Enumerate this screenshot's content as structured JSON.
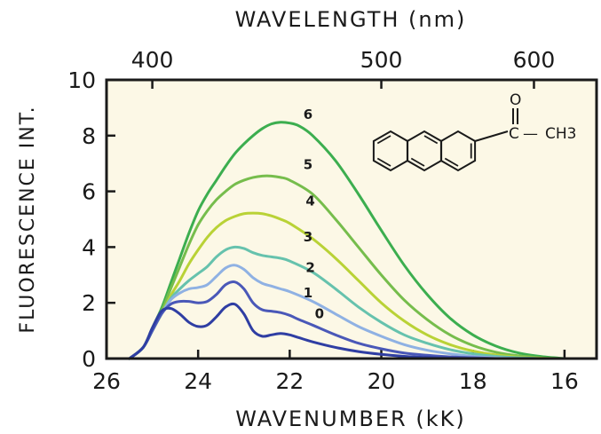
{
  "chart_data": {
    "type": "line",
    "title": "",
    "xlabel": "WAVENUMBER (kK)",
    "ylabel": "FLUORESCENCE INT.",
    "x2label": "WAVELENGTH (nm)",
    "xlim": [
      26,
      15.3
    ],
    "ylim": [
      0,
      10
    ],
    "xticks": [
      26,
      24,
      22,
      20,
      18,
      16
    ],
    "yticks": [
      0,
      2,
      4,
      6,
      8,
      10
    ],
    "x2ticks": [
      {
        "label": "400",
        "wavenumber": 25
      },
      {
        "label": "500",
        "wavenumber": 20
      },
      {
        "label": "600",
        "wavenumber": 16.667
      }
    ],
    "grid": false,
    "legend": "none",
    "background_color": "#fcf8e6",
    "series": [
      {
        "name": "0",
        "color": "#2f3ea3",
        "x": [
          25.5,
          25.2,
          25.0,
          24.8,
          24.6,
          24.4,
          24.2,
          24.0,
          23.8,
          23.6,
          23.4,
          23.2,
          23.0,
          22.8,
          22.6,
          22.4,
          22.2,
          22.0,
          21.8,
          21.5,
          21.0,
          20.5,
          20.0,
          19.5,
          19.0,
          18.5,
          18.0
        ],
        "y": [
          0.0,
          0.4,
          1.1,
          1.7,
          1.8,
          1.6,
          1.3,
          1.15,
          1.2,
          1.5,
          1.85,
          1.95,
          1.6,
          1.0,
          0.8,
          0.85,
          0.9,
          0.85,
          0.75,
          0.6,
          0.4,
          0.25,
          0.15,
          0.08,
          0.04,
          0.02,
          0.0
        ]
      },
      {
        "name": "1",
        "color": "#4a58b8",
        "x": [
          25.5,
          25.2,
          25.0,
          24.8,
          24.6,
          24.4,
          24.2,
          24.0,
          23.8,
          23.6,
          23.4,
          23.2,
          23.0,
          22.8,
          22.6,
          22.4,
          22.2,
          22.0,
          21.8,
          21.5,
          21.0,
          20.5,
          20.0,
          19.5,
          19.0,
          18.5,
          18.0,
          17.5
        ],
        "y": [
          0.0,
          0.4,
          1.0,
          1.6,
          1.95,
          2.05,
          2.05,
          2.0,
          2.05,
          2.3,
          2.65,
          2.75,
          2.5,
          2.0,
          1.75,
          1.7,
          1.65,
          1.55,
          1.4,
          1.2,
          0.85,
          0.55,
          0.35,
          0.2,
          0.12,
          0.06,
          0.03,
          0.0
        ]
      },
      {
        "name": "2",
        "color": "#8fb1e3",
        "x": [
          25.5,
          25.2,
          25.0,
          24.8,
          24.6,
          24.4,
          24.2,
          24.0,
          23.8,
          23.6,
          23.4,
          23.2,
          23.0,
          22.8,
          22.6,
          22.4,
          22.2,
          22.0,
          21.5,
          21.0,
          20.5,
          20.0,
          19.5,
          19.0,
          18.5,
          18.0,
          17.5,
          17.0
        ],
        "y": [
          0.0,
          0.4,
          1.0,
          1.6,
          2.1,
          2.35,
          2.5,
          2.55,
          2.65,
          2.95,
          3.25,
          3.35,
          3.2,
          2.9,
          2.7,
          2.6,
          2.5,
          2.4,
          2.05,
          1.6,
          1.15,
          0.8,
          0.5,
          0.3,
          0.17,
          0.08,
          0.03,
          0.0
        ]
      },
      {
        "name": "3",
        "color": "#66c2ad",
        "x": [
          25.5,
          25.2,
          25.0,
          24.8,
          24.6,
          24.4,
          24.2,
          24.0,
          23.8,
          23.6,
          23.4,
          23.2,
          23.0,
          22.8,
          22.6,
          22.4,
          22.2,
          22.0,
          21.5,
          21.0,
          20.5,
          20.0,
          19.5,
          19.0,
          18.5,
          18.0,
          17.5,
          17.0,
          16.5
        ],
        "y": [
          0.0,
          0.4,
          1.0,
          1.6,
          2.15,
          2.5,
          2.8,
          3.05,
          3.3,
          3.65,
          3.9,
          4.0,
          3.95,
          3.8,
          3.7,
          3.65,
          3.6,
          3.5,
          3.1,
          2.5,
          1.85,
          1.3,
          0.85,
          0.55,
          0.32,
          0.17,
          0.08,
          0.03,
          0.0
        ]
      },
      {
        "name": "4",
        "color": "#b9d236",
        "x": [
          25.5,
          25.2,
          25.0,
          24.8,
          24.6,
          24.4,
          24.2,
          24.0,
          23.8,
          23.6,
          23.4,
          23.2,
          23.0,
          22.8,
          22.6,
          22.4,
          22.2,
          22.0,
          21.5,
          21.0,
          20.5,
          20.0,
          19.5,
          19.0,
          18.5,
          18.0,
          17.5,
          17.0,
          16.5,
          16.2
        ],
        "y": [
          0.0,
          0.4,
          1.0,
          1.6,
          2.25,
          2.8,
          3.4,
          3.9,
          4.35,
          4.7,
          4.95,
          5.1,
          5.2,
          5.22,
          5.2,
          5.12,
          5.0,
          4.85,
          4.3,
          3.6,
          2.8,
          2.0,
          1.35,
          0.85,
          0.5,
          0.27,
          0.13,
          0.05,
          0.01,
          0.0
        ]
      },
      {
        "name": "5",
        "color": "#76bd4c",
        "x": [
          25.5,
          25.2,
          25.0,
          24.8,
          24.6,
          24.4,
          24.2,
          24.0,
          23.8,
          23.6,
          23.4,
          23.2,
          23.0,
          22.8,
          22.6,
          22.4,
          22.2,
          22.0,
          21.5,
          21.0,
          20.5,
          20.0,
          19.5,
          19.0,
          18.5,
          18.0,
          17.5,
          17.0,
          16.5,
          16.0
        ],
        "y": [
          0.0,
          0.4,
          1.0,
          1.7,
          2.5,
          3.3,
          4.1,
          4.8,
          5.3,
          5.7,
          6.0,
          6.25,
          6.4,
          6.5,
          6.55,
          6.55,
          6.5,
          6.4,
          5.9,
          5.0,
          4.0,
          3.0,
          2.1,
          1.4,
          0.85,
          0.47,
          0.23,
          0.1,
          0.03,
          0.0
        ]
      },
      {
        "name": "6",
        "color": "#3cae4f",
        "x": [
          25.5,
          25.2,
          25.0,
          24.8,
          24.6,
          24.4,
          24.2,
          24.0,
          23.8,
          23.6,
          23.4,
          23.2,
          23.0,
          22.8,
          22.6,
          22.4,
          22.2,
          22.0,
          21.8,
          21.5,
          21.0,
          20.5,
          20.0,
          19.5,
          19.0,
          18.5,
          18.0,
          17.5,
          17.0,
          16.5,
          16.0
        ],
        "y": [
          0.0,
          0.4,
          1.1,
          1.8,
          2.7,
          3.6,
          4.5,
          5.3,
          5.9,
          6.4,
          6.9,
          7.35,
          7.7,
          8.0,
          8.25,
          8.42,
          8.48,
          8.45,
          8.35,
          8.0,
          7.1,
          5.9,
          4.6,
          3.35,
          2.3,
          1.45,
          0.85,
          0.45,
          0.2,
          0.07,
          0.0
        ]
      }
    ],
    "curve_labels": [
      {
        "text": "0",
        "x": 21.35,
        "y": 1.45
      },
      {
        "text": "1",
        "x": 21.6,
        "y": 2.2
      },
      {
        "text": "2",
        "x": 21.55,
        "y": 3.1
      },
      {
        "text": "3",
        "x": 21.6,
        "y": 4.2
      },
      {
        "text": "4",
        "x": 21.55,
        "y": 5.5
      },
      {
        "text": "5",
        "x": 21.6,
        "y": 6.8
      },
      {
        "text": "6",
        "x": 21.6,
        "y": 8.6
      }
    ],
    "annotation": {
      "type": "structure",
      "substituent_o": "O",
      "substituent_c": "C",
      "substituent_ch3": "CH3",
      "dash": "—"
    }
  }
}
